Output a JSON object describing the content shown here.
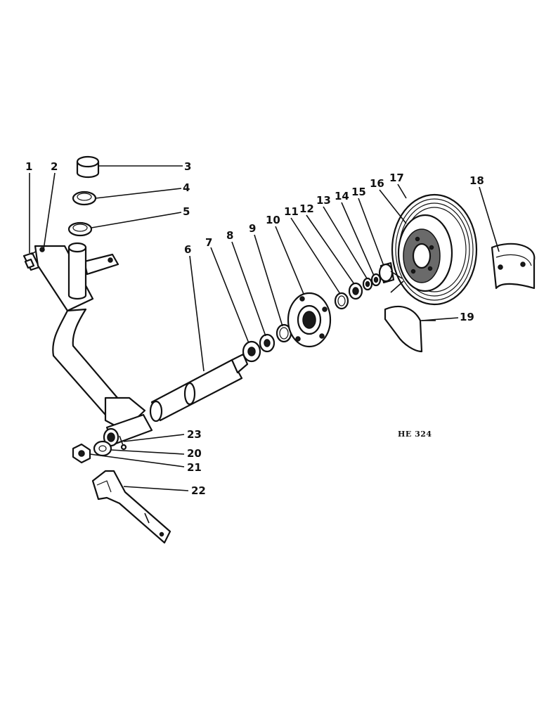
{
  "drawing_code": "HE 324",
  "callouts": [
    {
      "id": "1",
      "label": "1"
    },
    {
      "id": "2",
      "label": "2"
    },
    {
      "id": "3",
      "label": "3"
    },
    {
      "id": "4",
      "label": "4"
    },
    {
      "id": "5",
      "label": "5"
    },
    {
      "id": "6",
      "label": "6"
    },
    {
      "id": "7",
      "label": "7"
    },
    {
      "id": "8",
      "label": "8"
    },
    {
      "id": "9",
      "label": "9"
    },
    {
      "id": "10",
      "label": "10"
    },
    {
      "id": "11",
      "label": "11"
    },
    {
      "id": "12",
      "label": "12"
    },
    {
      "id": "13",
      "label": "13"
    },
    {
      "id": "14",
      "label": "14"
    },
    {
      "id": "15",
      "label": "15"
    },
    {
      "id": "16",
      "label": "16"
    },
    {
      "id": "17",
      "label": "17"
    },
    {
      "id": "18",
      "label": "18"
    },
    {
      "id": "19",
      "label": "19"
    },
    {
      "id": "20",
      "label": "20"
    },
    {
      "id": "21",
      "label": "21"
    },
    {
      "id": "22",
      "label": "22"
    },
    {
      "id": "23",
      "label": "23"
    }
  ]
}
